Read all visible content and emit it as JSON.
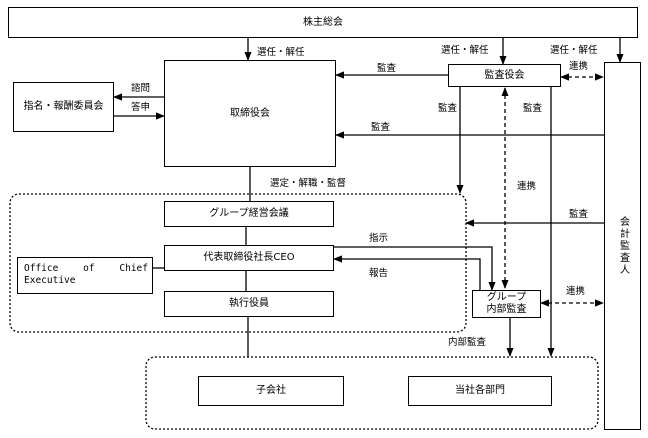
{
  "boxes": {
    "shareholders": "株主総会",
    "nomination_committee": "指名・報酬委員会",
    "board": "取締役会",
    "audit_board": "監査役会",
    "group_mgmt": "グループ経営会議",
    "ceo": "代表取締役社長CEO",
    "office_ceo": "Office of Chief Executive",
    "exec_officers": "執行役員",
    "internal_audit": "グループ\n内部監査",
    "subsidiaries": "子会社",
    "departments": "当社各部門",
    "auditor": "会計監査人"
  },
  "labels": {
    "appoint_dismiss_board": "選任・解任",
    "appoint_dismiss_audit": "選任・解任",
    "appoint_dismiss_auditor": "選任・解任",
    "consult": "諮問",
    "report_back": "答申",
    "audit_board_to_board": "監査",
    "auditor_to_board": "監査",
    "audit_down_left": "監査",
    "audit_down_right": "監査",
    "coop_audit_auditor": "連携",
    "coop_audit_internal": "連携",
    "coop_internal_auditor": "連携",
    "select_dismiss_supervise": "選定・解職・監督",
    "auditor_to_exec": "監査",
    "instruct": "指示",
    "report": "報告",
    "internal_audit_label": "内部監査"
  }
}
